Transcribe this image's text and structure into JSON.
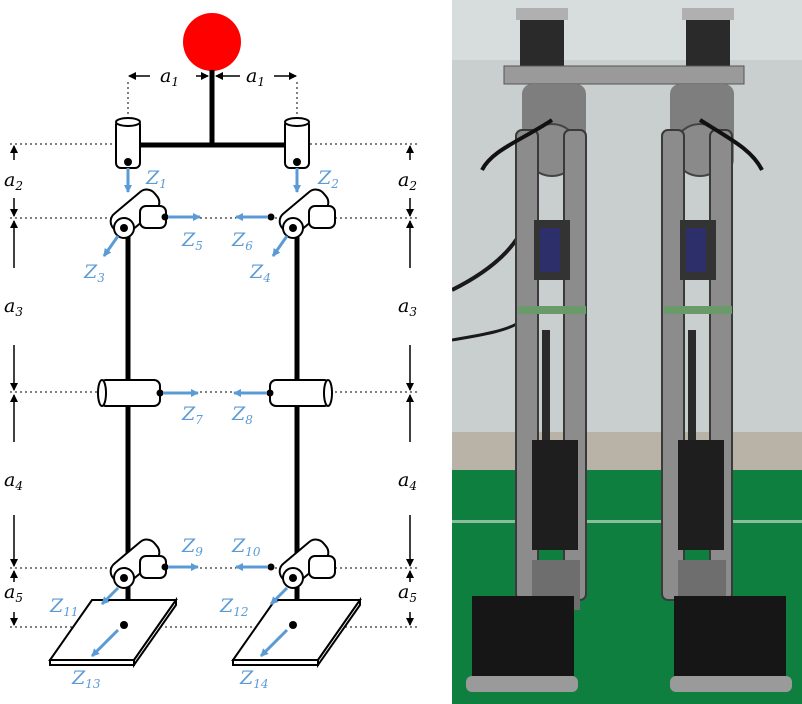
{
  "labels": {
    "a1_left": "a",
    "a1_left_sub": "1",
    "a1_right": "a",
    "a1_right_sub": "1",
    "a2_left": "a",
    "a2_left_sub": "2",
    "a2_right": "a",
    "a2_right_sub": "2",
    "a3_left": "a",
    "a3_left_sub": "3",
    "a3_right": "a",
    "a3_right_sub": "3",
    "a4_left": "a",
    "a4_left_sub": "4",
    "a4_right": "a",
    "a4_right_sub": "4",
    "a5_left": "a",
    "a5_left_sub": "5",
    "a5_right": "a",
    "a5_right_sub": "5"
  },
  "axes": {
    "z1": {
      "main": "Z",
      "sub": "1"
    },
    "z2": {
      "main": "Z",
      "sub": "2"
    },
    "z3": {
      "main": "Z",
      "sub": "3"
    },
    "z4": {
      "main": "Z",
      "sub": "4"
    },
    "z5": {
      "main": "Z",
      "sub": "5"
    },
    "z6": {
      "main": "Z",
      "sub": "6"
    },
    "z7": {
      "main": "Z",
      "sub": "7"
    },
    "z8": {
      "main": "Z",
      "sub": "8"
    },
    "z9": {
      "main": "Z",
      "sub": "9"
    },
    "z10": {
      "main": "Z",
      "sub": "10"
    },
    "z11": {
      "main": "Z",
      "sub": "11"
    },
    "z12": {
      "main": "Z",
      "sub": "12"
    },
    "z13": {
      "main": "Z",
      "sub": "13"
    },
    "z14": {
      "main": "Z",
      "sub": "14"
    }
  },
  "colors": {
    "head": "#ff0000",
    "axis_label": "#5b9bd5",
    "floor_green": "#0f7f3f",
    "wall_gray": "#c9cfcf"
  }
}
